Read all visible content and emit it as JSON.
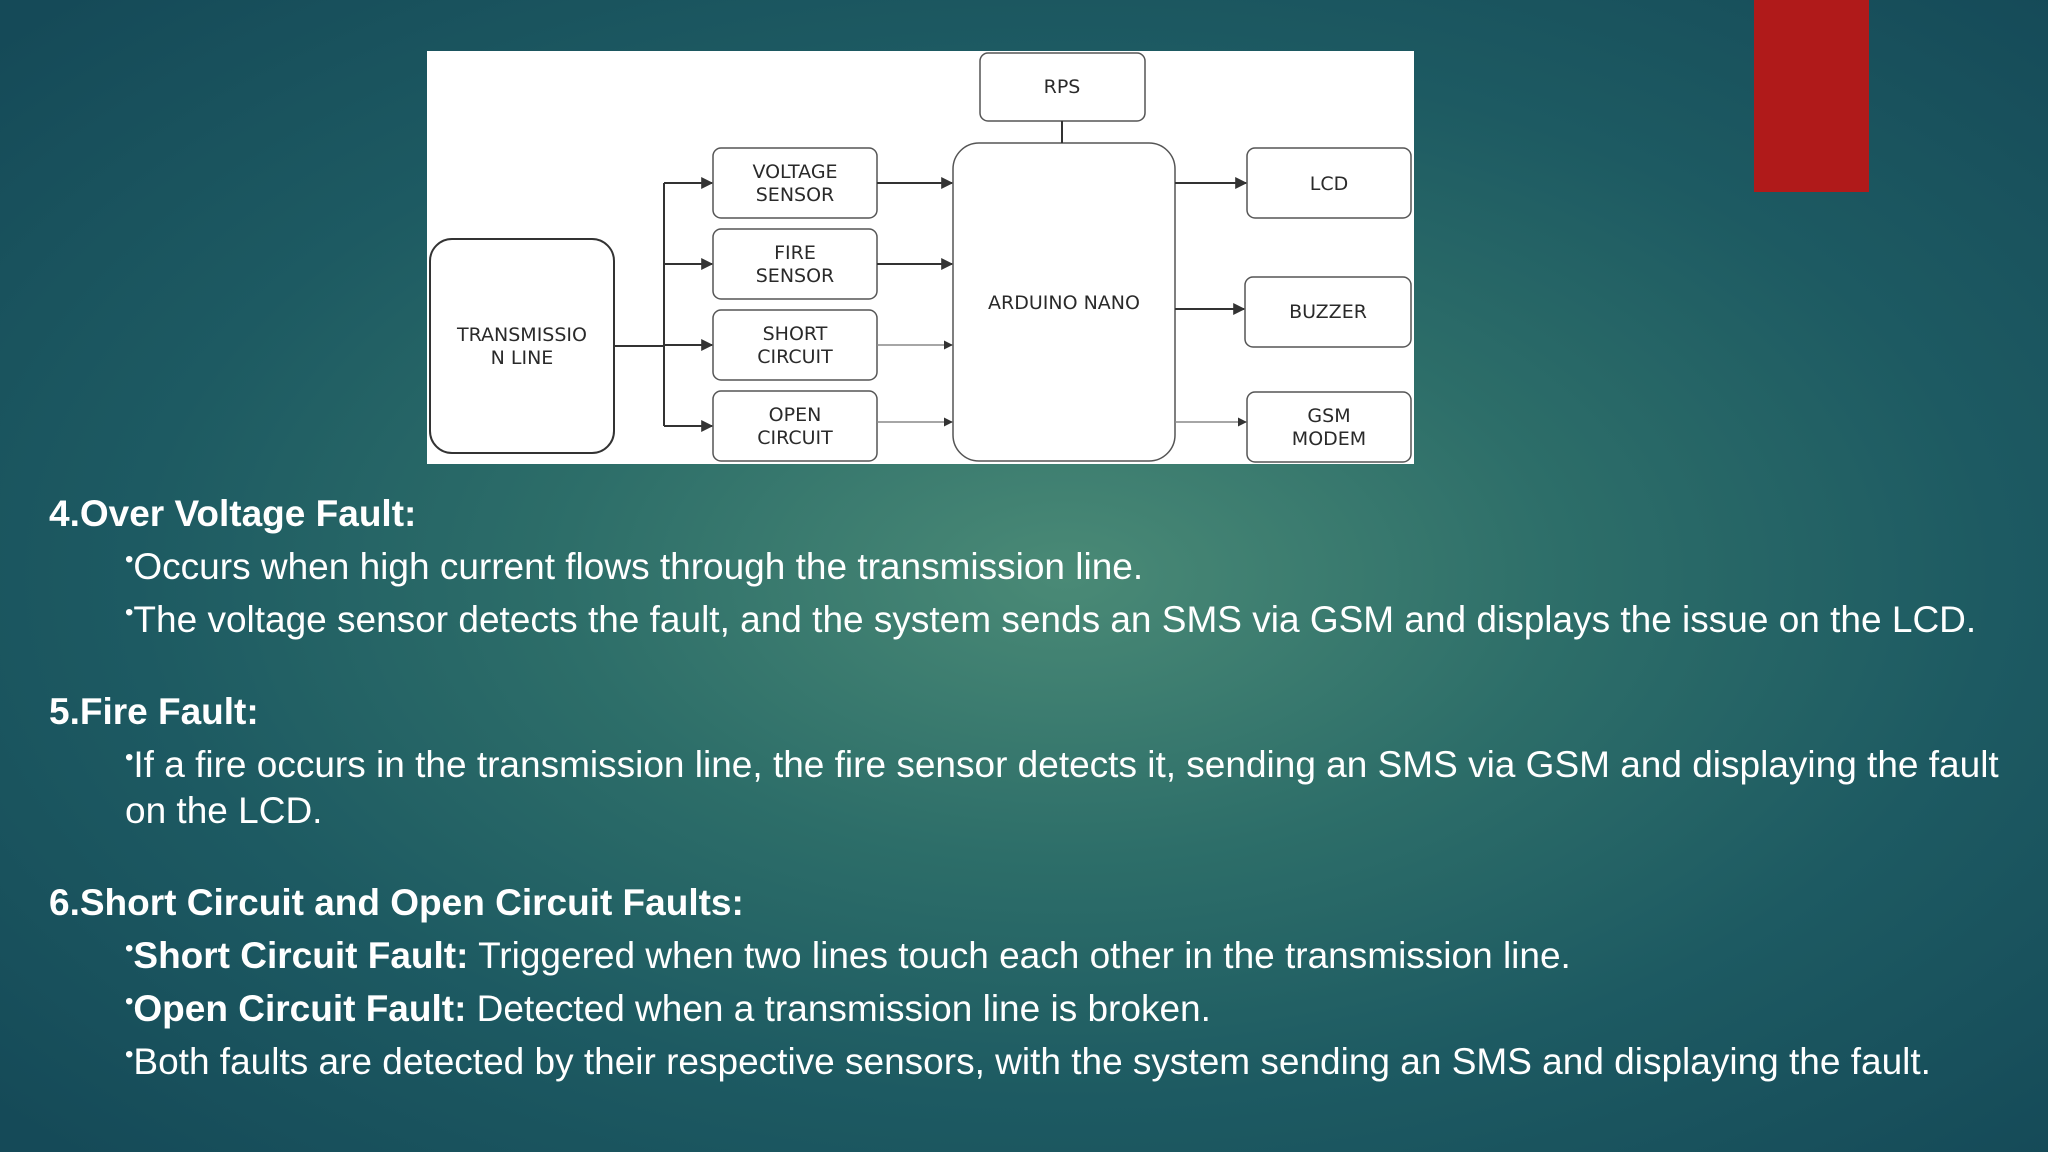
{
  "diagram": {
    "nodes": {
      "rps": "RPS",
      "voltage_sensor": [
        "VOLTAGE",
        "SENSOR"
      ],
      "fire_sensor": [
        "FIRE",
        "SENSOR"
      ],
      "short_circuit": [
        "SHORT",
        "CIRCUIT"
      ],
      "open_circuit": [
        "OPEN",
        "CIRCUIT"
      ],
      "transmission_line": [
        "TRANSMISSIO",
        "N LINE"
      ],
      "arduino_nano": "ARDUINO NANO",
      "lcd": "LCD",
      "buzzer": "BUZZER",
      "gsm_modem": [
        "GSM",
        "MODEM"
      ]
    }
  },
  "sections": {
    "s4": {
      "heading": "4.Over Voltage Fault:",
      "bullets": [
        "Occurs when high current flows through the transmission line.",
        "The voltage sensor detects the fault, and the system sends an SMS via GSM and displays the issue on the LCD."
      ]
    },
    "s5": {
      "heading": "5.Fire Fault:",
      "bullets": [
        "If a fire occurs in the transmission line, the fire sensor detects it, sending an SMS via GSM and displaying the fault on the LCD."
      ]
    },
    "s6": {
      "heading": "6.Short Circuit and Open Circuit Faults:",
      "bullets": [
        {
          "bold": "Short Circuit Fault:",
          "text": " Triggered when two lines touch each other in the transmission line."
        },
        {
          "bold": "Open Circuit Fault:",
          "text": " Detected when a transmission line is broken."
        },
        {
          "bold": "",
          "text": "Both faults are detected by their respective sensors, with the system sending an SMS and displaying the fault."
        }
      ]
    }
  },
  "bullet_glyph": "•",
  "colors": {
    "accent": "#b01a1a",
    "background": "#2d6e69"
  }
}
